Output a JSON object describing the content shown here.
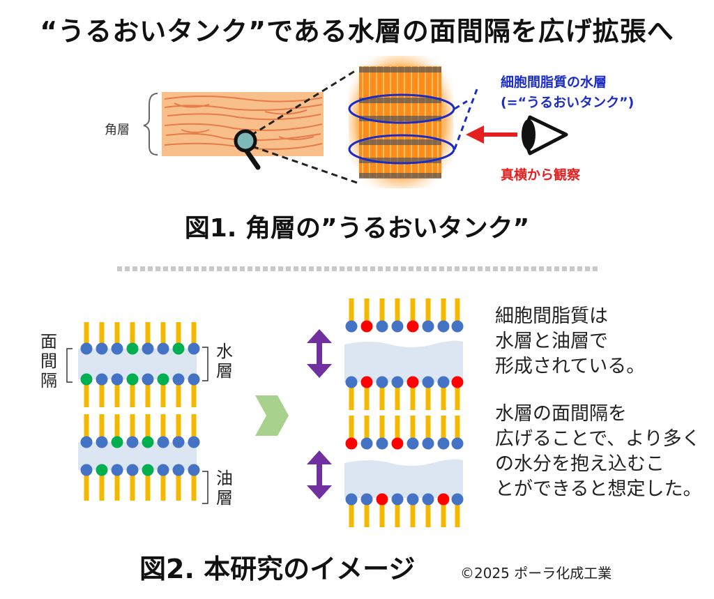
{
  "headline": "“うるおいタンク”である水層の面間隔を広げ拡張へ",
  "figure1": {
    "stratum_label": "角層",
    "water_layer_label_line1": "細胞間脂質の水層",
    "water_layer_label_line2": "(=“うるおいタンク”)",
    "observe_label": "真横から観察",
    "title": "図1. 角層の”うるおいタンク”"
  },
  "figure2": {
    "spacing_label": "面間隔",
    "water_label": "水層",
    "oil_label": "油層",
    "description_1": [
      "細胞間脂質は",
      "水層と油層で",
      "形成されている。"
    ],
    "description_2": [
      "水層の面間隔を",
      "広げることで、より多く",
      "の水分を抱え込むこ",
      "とができると想定した。"
    ],
    "title": "図2. 本研究のイメージ"
  },
  "copyright": "©2025 ポーラ化成工業",
  "colors": {
    "lipid_tail": "#f5b800",
    "head_blue": "#4472c4",
    "head_green": "#00b050",
    "head_red": "#ff0000",
    "water_band": "#dce6f2",
    "arrow_purple": "#7030a0",
    "chevron_green": "#a9d18e",
    "skin_orange": "#f6a15a",
    "outline_blue": "#1b2cc4",
    "eye_arrow_red": "#e51f1f"
  },
  "icons": [
    "magnifier-icon",
    "eye-icon",
    "double-arrow-icon",
    "chevron-right-icon"
  ]
}
